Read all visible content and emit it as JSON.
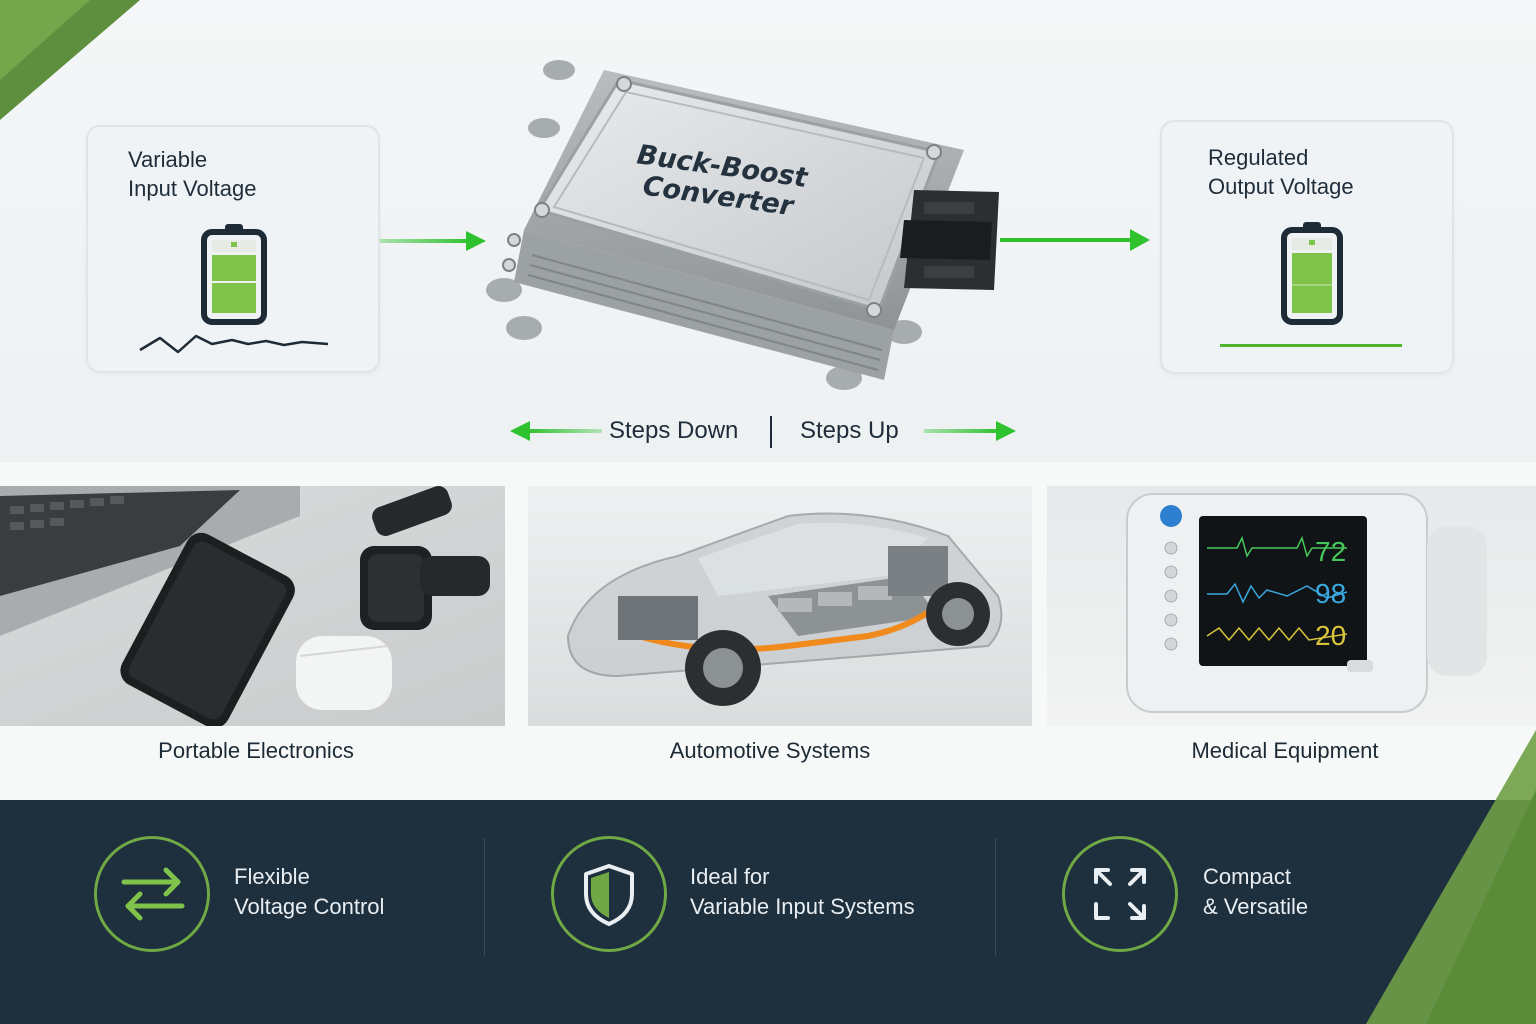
{
  "input_panel": {
    "title_line1": "Variable",
    "title_line2": "Input Voltage",
    "battery_icon": "battery-icon",
    "waveform_icon": "fluctuating-waveform-icon"
  },
  "converter": {
    "label_line1": "Buck-Boost",
    "label_line2": "Converter"
  },
  "output_panel": {
    "title_line1": "Regulated",
    "title_line2": "Output Voltage",
    "battery_icon": "battery-icon",
    "line_icon": "flat-line-icon"
  },
  "steps": {
    "down_label": "Steps Down",
    "up_label": "Steps Up"
  },
  "applications": [
    {
      "caption": "Portable Electronics"
    },
    {
      "caption": "Automotive Systems"
    },
    {
      "caption": "Medical Equipment"
    }
  ],
  "monitor": {
    "values": [
      "72",
      "98",
      "20"
    ]
  },
  "features": [
    {
      "icon": "swap-arrows-icon",
      "line1": "Flexible",
      "line2": "Voltage Control"
    },
    {
      "icon": "shield-icon",
      "line1": "Ideal for",
      "line2": "Variable Input Systems"
    },
    {
      "icon": "expand-icon",
      "line1": "Compact",
      "line2": "& Versatile"
    }
  ],
  "colors": {
    "accent_green": "#2fc22f",
    "battery_green": "#7fc34a",
    "band_navy": "#1e2f3d",
    "ring_green": "#6fa844"
  }
}
